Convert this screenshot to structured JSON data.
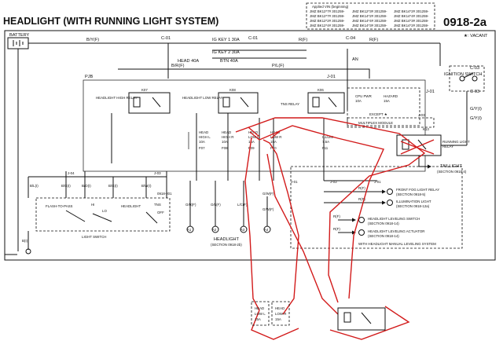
{
  "header": {
    "title": "HEADLIGHT (WITH RUNNING LIGHT SYSTEM)",
    "code": "0918-2a",
    "applied_vin_label": "Applied VIN (beginning)",
    "vin_list": [
      "JMZ BK12*7# 301259-",
      "JMZ BK12*7# 301259-",
      "JMZ BK12*2# 301259-",
      "JMZ BK12*4# 301259-",
      "JMZ BK12*3# 301259-",
      "JMZ BK14*2# 301259-",
      "JMZ BK14*4# 301259-",
      "JMZ BK14*3# 301259-",
      "JMZ BK14*2# 301259-",
      "JMZ BK14*4# 301259-",
      "JMZ BK14*3# 301259-",
      "JMZ BK14*2# 301259-"
    ],
    "vacant_note": "★: VACANT"
  },
  "components": {
    "battery": "BATTERY",
    "ignition_switch": "IGNITION SWITCH",
    "pjb": "PJB",
    "relay_high": "HEADLIGHT HIGH RELAY",
    "relay_low": "HEADLIGHT LOW RELAY",
    "relay_tns": "TNS RELAY",
    "running_relay": [
      "RUNNING LIGHT",
      "RELAY"
    ],
    "light_switch": "LIGHT SWITCH",
    "headlight": "HEADLIGHT",
    "headlight_section": "(SECTION 0918-2b)",
    "taillight": "TAILLIGHT",
    "taillight_section": "(SECTION 0918-4)",
    "except_label": "EXCEPT ★",
    "multiplex_label": "MULTIPLEX MODULE",
    "sw_flash": "FLASH-TO-PASS",
    "sw_hi": "HI",
    "sw_lo": "LO",
    "sw_headlight": "HEADLIGHT",
    "sw_tns": "TNS",
    "sw_off": "OFF"
  },
  "fuses": {
    "ig1": "IG KEY 1 30A",
    "ig2": "IG KEY 2 30A",
    "btn": "BTN 40A",
    "head": "HEAD 40A",
    "cpu": [
      "CPU PWR",
      "10A"
    ],
    "hazard": [
      "HAZARD",
      "15A"
    ],
    "head_high_l": [
      "HEAD",
      "HIGH L",
      "10A"
    ],
    "head_high_r": [
      "HEAD",
      "HIGH R",
      "10A"
    ],
    "head_low_l": [
      "HEAD",
      "LOW L",
      "15A"
    ],
    "head_low_r": [
      "HEAD",
      "LOW R",
      "15A"
    ],
    "illumi": [
      "ILLUMI",
      "7.5A"
    ],
    "drawn_low_l": [
      "HEAD",
      "LOW L",
      "15A"
    ],
    "drawn_low_r": [
      "HEAD",
      "LOW R",
      "15A"
    ]
  },
  "connectors": [
    "C-01",
    "C-01",
    "C-04",
    "J-01",
    "J-01",
    "J-03",
    "J-04",
    "J-03",
    "J-03",
    "J-01",
    "J-01",
    "0918-201",
    "C-03",
    "C-03"
  ],
  "wire_labels": [
    "B/Y(F)",
    "B/R(F)",
    "R(F)",
    "P/L(F)",
    "B/R(F)",
    "R(F)",
    "G/Y(I)",
    "G/Y(I)",
    "B(F)",
    "B(F)",
    "B(F)",
    "G/W(F)",
    "G/W(F)",
    "R(F)",
    "R(F)",
    "R(F)",
    "R(F)",
    "B/G(I)",
    "B/O(I)",
    "B/G(I)",
    "B/W(I)",
    "B/L(I)",
    "B(I)",
    "O/R(F)",
    "O/L(F)",
    "L/C(F)",
    "G/W(F)",
    "Y(I)",
    "AN"
  ],
  "outputs": [
    {
      "label": "FRONT FOG LIGHT RELAY",
      "section": "(SECTION 0918-5)",
      "tag": "27"
    },
    {
      "label": "ILLUMINATION LIGHT",
      "section": "(SECTION 0918-12a)",
      "tag": "28"
    },
    {
      "label": "HEADLIGHT LEVELING SWITCH",
      "section": "(SECTION 0918-14)",
      "tag": "12"
    },
    {
      "label": "HEADLIGHT LEVELING ACTUATOR",
      "section": "(SECTION 0918-14)",
      "tag": "14"
    }
  ],
  "leveling_note": "WITH HEADLIGHT MANUAL LEVELING SYSTEM",
  "headlight_terminals": [
    "A1",
    "A2",
    "A3",
    "A4"
  ],
  "relay_tags": {
    "high": "K07",
    "low": "K08",
    "tns": "K06",
    "run": "K13"
  },
  "fuse_tags": [
    "F07",
    "F08",
    "F09",
    "F10",
    "F11"
  ],
  "colors": {
    "wire": "#111111",
    "annotation": "#d21a1a",
    "background": "#ffffff"
  }
}
